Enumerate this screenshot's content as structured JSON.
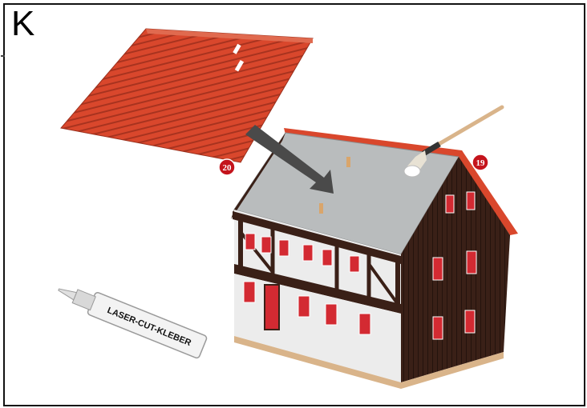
{
  "step": {
    "letter": "K"
  },
  "parts": {
    "roof_panel_label": "20",
    "ridge_edge_label": "19"
  },
  "glue_tube": {
    "label": "LASER-CUT-KLEBER"
  },
  "colors": {
    "roof_tile": "#d9472c",
    "roof_tile_dark": "#a8331f",
    "roof_base": "#b9bcbd",
    "wall_dark": "#3a2017",
    "wall_white": "#ececec",
    "window_red": "#d32a32",
    "arrow": "#4a4a4a",
    "badge": "#c4141c"
  }
}
